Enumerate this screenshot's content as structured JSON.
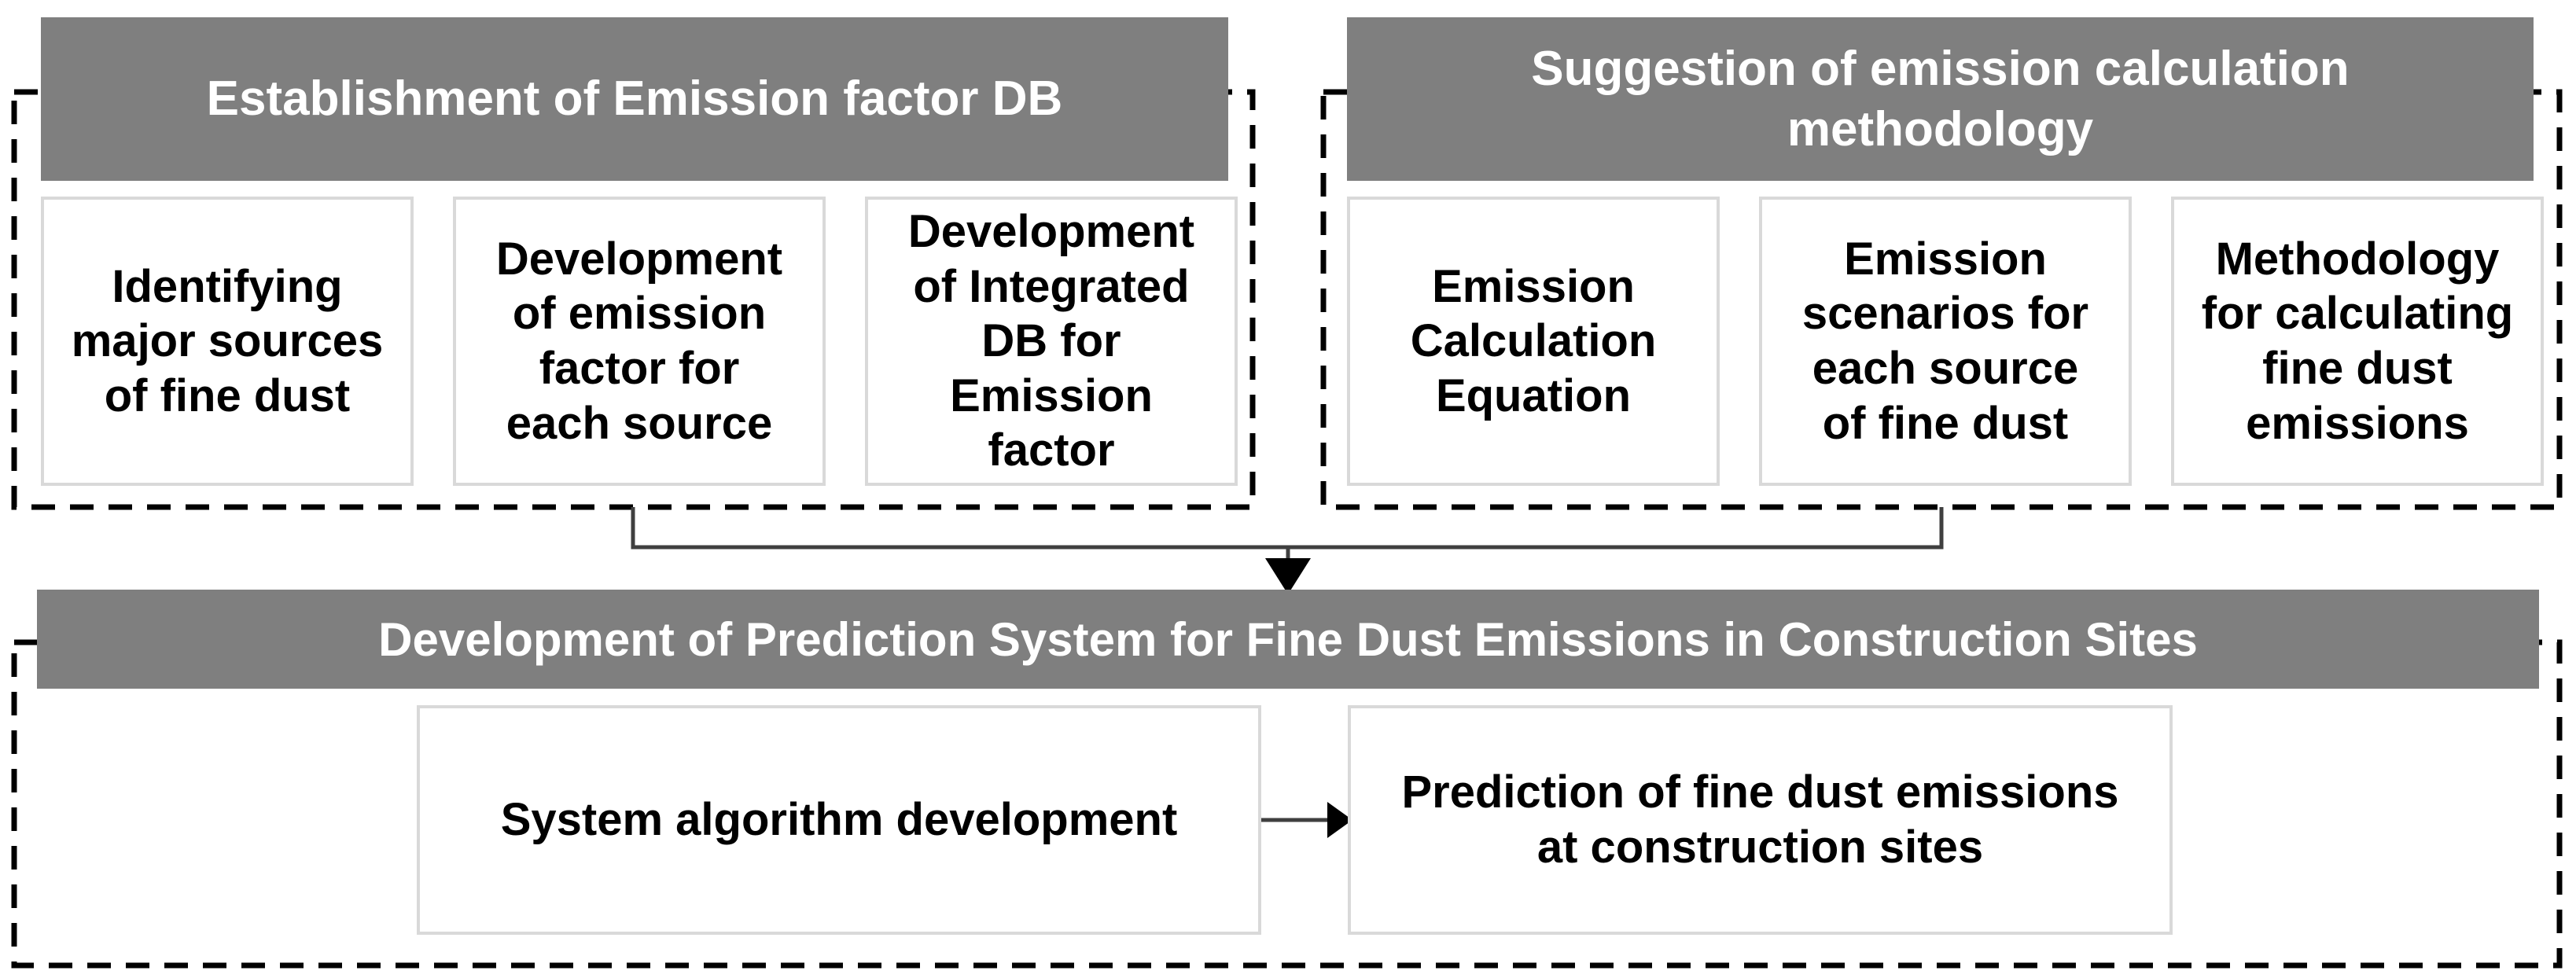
{
  "diagram": {
    "background": "#ffffff",
    "colors": {
      "header_bg": "#7f7f7f",
      "header_text": "#ffffff",
      "box_bg": "#ffffff",
      "box_border": "#d9d9d9",
      "box_text": "#000000",
      "dashed_border": "#000000",
      "connector": "#3f3f3f",
      "arrow": "#000000"
    },
    "groups": {
      "emission_factor_db": {
        "title": "Establishment of Emission factor DB",
        "tasks": [
          "Identifying\nmajor sources\nof fine dust",
          "Development\nof emission\nfactor for\neach source",
          "Development\nof Integrated\nDB for\nEmission\nfactor"
        ]
      },
      "calculation_methodology": {
        "title": "Suggestion of emission calculation\nmethodology",
        "tasks": [
          "Emission\nCalculation\nEquation",
          "Emission\nscenarios for\neach source\nof fine dust",
          "Methodology\nfor calculating\nfine dust\nemissions"
        ]
      },
      "prediction_system": {
        "title": "Development of Prediction System for Fine Dust Emissions in Construction Sites",
        "tasks": [
          "System algorithm development",
          "Prediction of fine dust emissions\nat construction sites"
        ]
      }
    }
  }
}
